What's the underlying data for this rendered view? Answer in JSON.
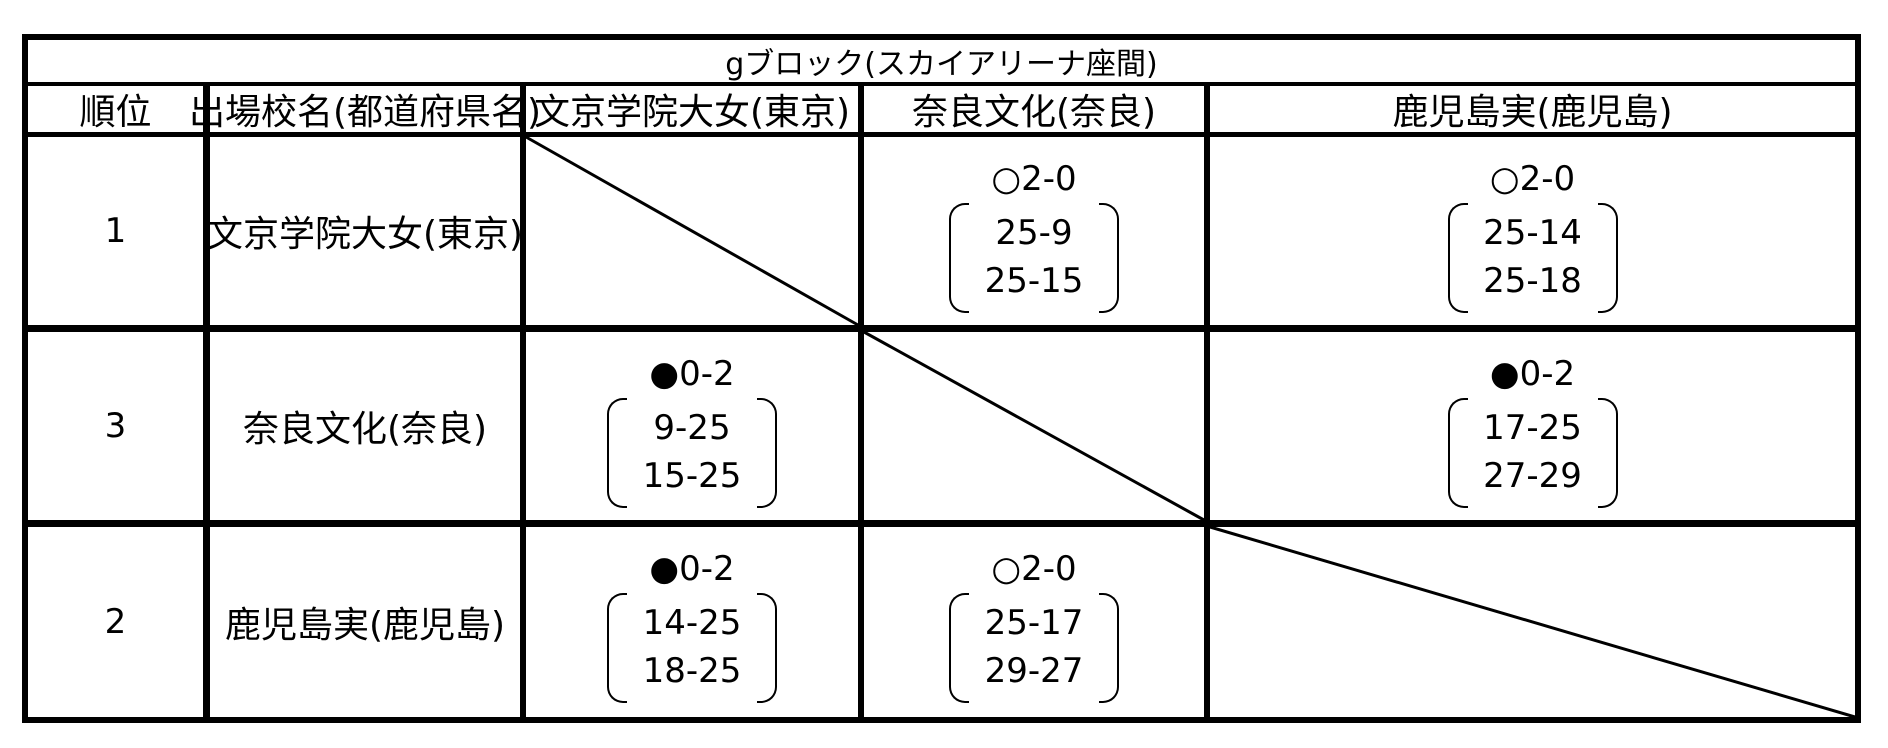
{
  "title": "gブロック(スカイアリーナ座間)",
  "headers": {
    "rank": "順位",
    "school": "出場校名(都道府県名)",
    "teams": [
      "文京学院大女(東京)",
      "奈良文化(奈良)",
      "鹿児島実(鹿児島)"
    ]
  },
  "rows": [
    {
      "rank": "1",
      "school": "文京学院大女(東京)",
      "results": [
        null,
        {
          "mark": "○",
          "score": "2-0",
          "sets": [
            "25-9",
            "25-15"
          ]
        },
        {
          "mark": "○",
          "score": "2-0",
          "sets": [
            "25-14",
            "25-18"
          ]
        }
      ]
    },
    {
      "rank": "3",
      "school": "奈良文化(奈良)",
      "results": [
        {
          "mark": "●",
          "score": "0-2",
          "sets": [
            "9-25",
            "15-25"
          ]
        },
        null,
        {
          "mark": "●",
          "score": "0-2",
          "sets": [
            "17-25",
            "27-29"
          ]
        }
      ]
    },
    {
      "rank": "2",
      "school": "鹿児島実(鹿児島)",
      "results": [
        {
          "mark": "●",
          "score": "0-2",
          "sets": [
            "14-25",
            "18-25"
          ]
        },
        {
          "mark": "○",
          "score": "2-0",
          "sets": [
            "25-17",
            "29-27"
          ]
        },
        null
      ]
    }
  ]
}
